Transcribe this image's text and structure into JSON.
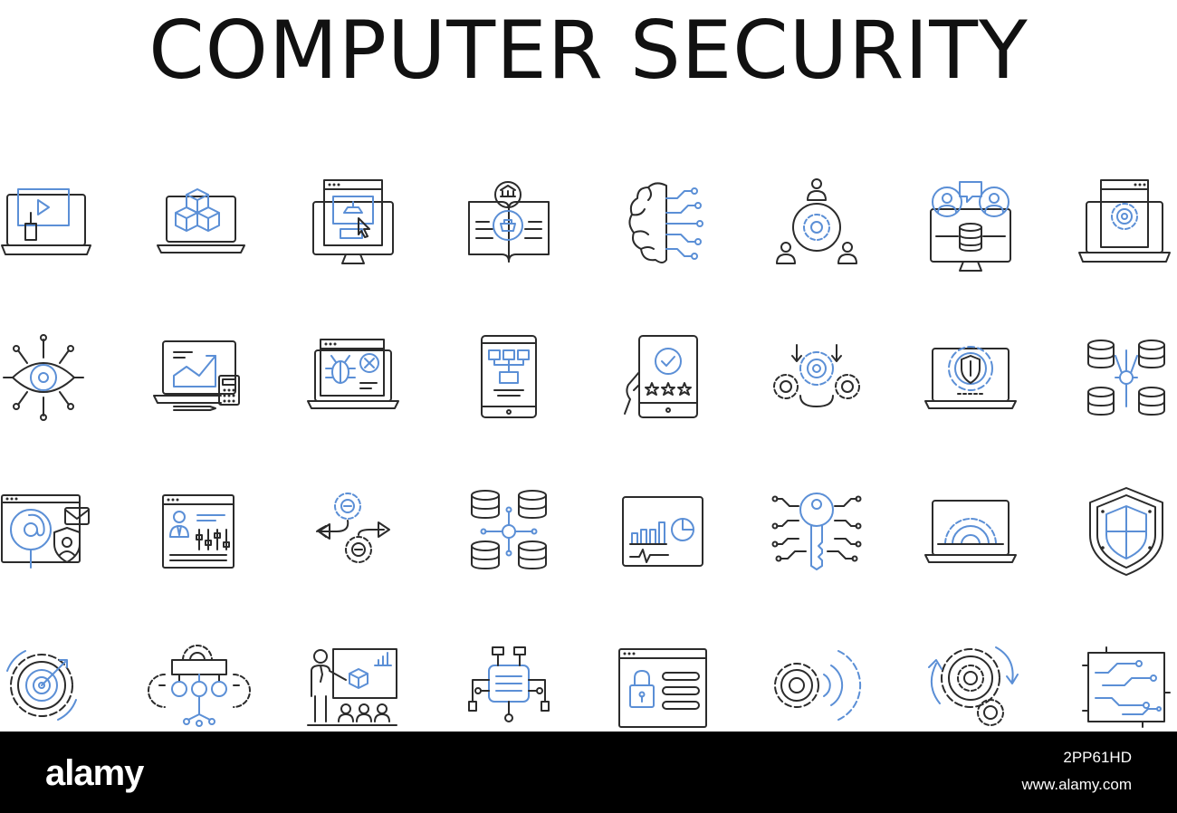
{
  "title": "COMPUTER SECURITY",
  "colors": {
    "outline": "#2b2b2b",
    "accent": "#5b8fd6",
    "footer_bg": "#000000",
    "footer_text": "#ffffff"
  },
  "footer": {
    "brand": "alamy",
    "image_id": "2PP61HD",
    "site": "www.alamy.com"
  },
  "icons": [
    "video-laptop-icon",
    "laptop-cubes-icon",
    "web-design-monitor-icon",
    "digital-library-book-icon",
    "ai-brain-circuit-icon",
    "team-gear-icon",
    "video-conference-database-icon",
    "laptop-gear-icon",
    "eye-network-icon",
    "analytics-laptop-calculator-icon",
    "bug-laptop-icon",
    "tablet-flowchart-icon",
    "tablet-rating-icon",
    "gears-process-icon",
    "laptop-shield-gear-icon",
    "database-network-icon",
    "email-security-icon",
    "browser-profile-settings-icon",
    "gears-arrows-icon",
    "database-cluster-icon",
    "dashboard-chart-icon",
    "key-circuit-icon",
    "laptop-gear-half-icon",
    "security-shield-icon",
    "target-gear-icon",
    "gears-hierarchy-icon",
    "presentation-audience-icon",
    "chip-network-icon",
    "browser-lock-icon",
    "gears-signal-icon",
    "gear-refresh-icon",
    "circuit-board-icon"
  ]
}
